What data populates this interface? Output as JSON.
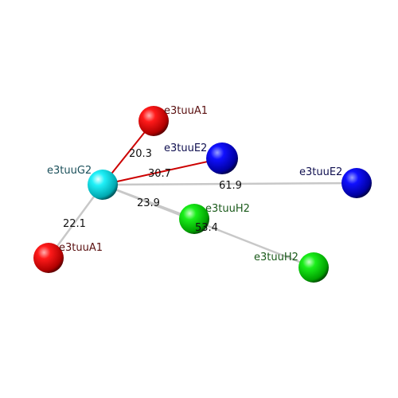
{
  "colors": {
    "background": "#ffffff",
    "red_atom": "#ff0000",
    "blue_atom": "#0000ff",
    "cyan_atom": "#00e5ee",
    "green_atom": "#00dd00",
    "red_bond": "#cc0000",
    "gray_bond": "#c8c8c8",
    "distance_label": "#111111"
  },
  "atoms": [
    {
      "id": "g2",
      "label": "e3tuuG2",
      "color": "cyan",
      "label_color": "#1a4f5a"
    },
    {
      "id": "a1top",
      "label": "e3tuuA1",
      "color": "red",
      "label_color": "#5a1010"
    },
    {
      "id": "e2in",
      "label": "e3tuuE2",
      "color": "blue",
      "label_color": "#101050"
    },
    {
      "id": "e2out",
      "label": "e3tuuE2",
      "color": "blue",
      "label_color": "#101050"
    },
    {
      "id": "h2in",
      "label": "e3tuuH2",
      "color": "green",
      "label_color": "#1a5a1a"
    },
    {
      "id": "h2out",
      "label": "e3tuuH2",
      "color": "green",
      "label_color": "#1a5a1a"
    },
    {
      "id": "a1bot",
      "label": "e3tuuA1",
      "color": "red",
      "label_color": "#5a1010"
    }
  ],
  "bonds": [
    {
      "from": "g2",
      "to": "a1top",
      "distance": "20.3",
      "style": "red"
    },
    {
      "from": "g2",
      "to": "e2in",
      "distance": "30.7",
      "style": "red"
    },
    {
      "from": "g2",
      "to": "e2out",
      "distance": "61.9",
      "style": "gray"
    },
    {
      "from": "g2",
      "to": "h2in",
      "distance": "23.9",
      "style": "gray"
    },
    {
      "from": "g2",
      "to": "h2out",
      "distance": "53.4",
      "style": "gray"
    },
    {
      "from": "g2",
      "to": "a1bot",
      "distance": "22.1",
      "style": "gray"
    }
  ]
}
